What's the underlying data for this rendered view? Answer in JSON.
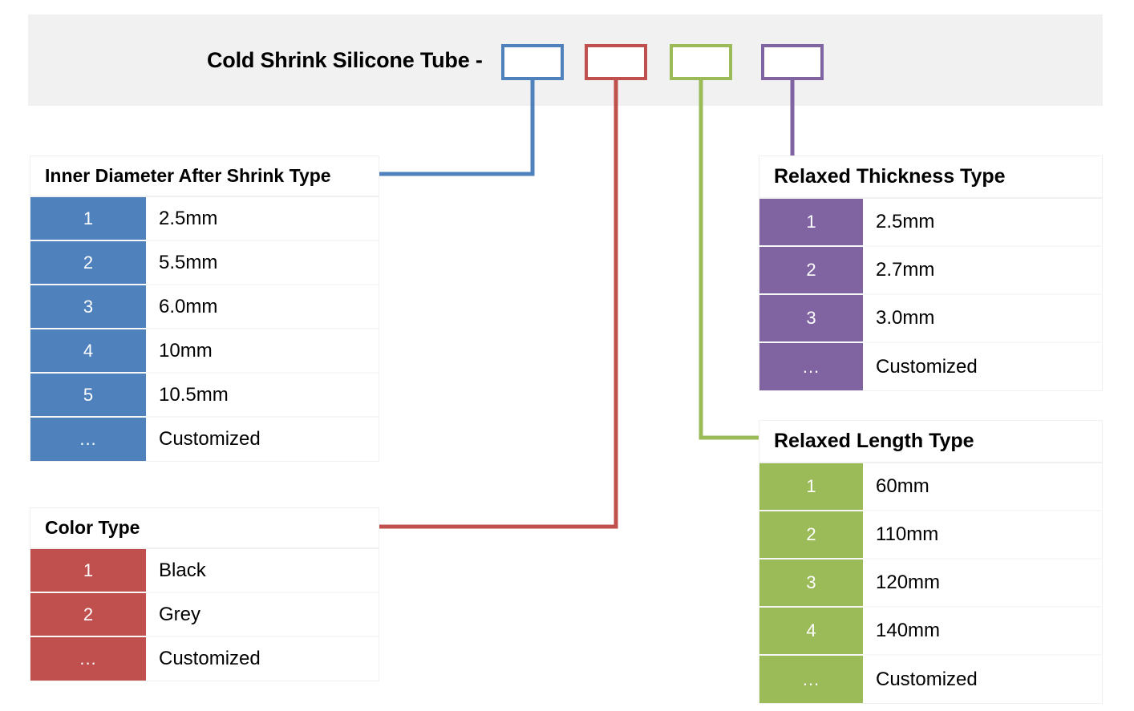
{
  "header": {
    "title": "Cold Shrink Silicone Tube -",
    "band_color": "#f1f1f1",
    "code_boxes": [
      {
        "name": "diameter",
        "color": "#4f81bd"
      },
      {
        "name": "color",
        "color": "#c0504d"
      },
      {
        "name": "length",
        "color": "#9bbb59"
      },
      {
        "name": "thickness",
        "color": "#8064a2"
      }
    ]
  },
  "tables": {
    "diameter": {
      "title": "Inner Diameter After Shrink Type",
      "accent": "#4f81bd",
      "rows": [
        {
          "code": "1",
          "value": "2.5mm"
        },
        {
          "code": "2",
          "value": "5.5mm"
        },
        {
          "code": "3",
          "value": "6.0mm"
        },
        {
          "code": "4",
          "value": "10mm"
        },
        {
          "code": "5",
          "value": "10.5mm"
        },
        {
          "code": "...",
          "value": "Customized"
        }
      ]
    },
    "color": {
      "title": "Color Type",
      "accent": "#c0504d",
      "rows": [
        {
          "code": "1",
          "value": "Black"
        },
        {
          "code": "2",
          "value": "Grey"
        },
        {
          "code": "...",
          "value": "Customized"
        }
      ]
    },
    "thickness": {
      "title": "Relaxed Thickness Type",
      "accent": "#8064a2",
      "rows": [
        {
          "code": "1",
          "value": "2.5mm"
        },
        {
          "code": "2",
          "value": "2.7mm"
        },
        {
          "code": "3",
          "value": "3.0mm"
        },
        {
          "code": "...",
          "value": "Customized"
        }
      ]
    },
    "length": {
      "title": "Relaxed Length Type",
      "accent": "#9bbb59",
      "rows": [
        {
          "code": "1",
          "value": "60mm"
        },
        {
          "code": "2",
          "value": "110mm"
        },
        {
          "code": "3",
          "value": "120mm"
        },
        {
          "code": "4",
          "value": "140mm"
        },
        {
          "code": "...",
          "value": "Customized"
        }
      ]
    }
  }
}
